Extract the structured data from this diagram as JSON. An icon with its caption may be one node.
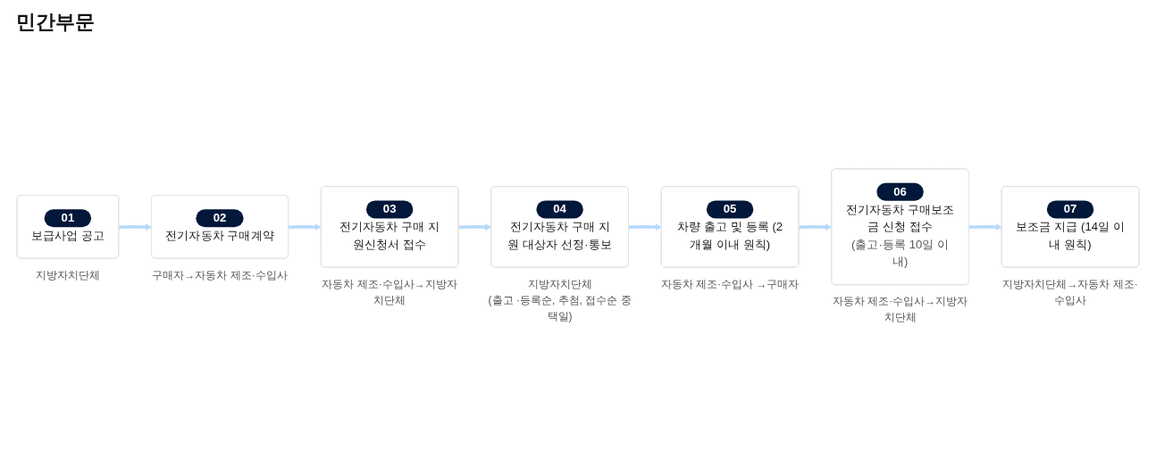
{
  "diagram": {
    "title": "민간부문",
    "nodes": [
      {
        "text": [
          "01",
          "보급사업 공고"
        ],
        "beside": [
          "지방자치단체"
        ]
      },
      {
        "text": [
          "02",
          "전기자동차 구매계약"
        ],
        "beside": [
          "구매자→자동차 제조·수입사"
        ]
      },
      {
        "text": [
          "03",
          "전기자동차 구매 지원신청서 접수"
        ],
        "beside": [
          "자동차 제조·수입사→지방자치단체"
        ]
      },
      {
        "text": [
          "04",
          "전기자동차 구매 지원 대상자 선정·통보"
        ],
        "beside": [
          "지방자치단체",
          "(출고 ·등록순, 추첨, 접수순 중 택일)"
        ]
      },
      {
        "text": [
          "05",
          "차량 출고 및 등록 (2개월 이내 원칙)"
        ],
        "beside": [
          "자동차 제조·수입사 →구매자"
        ]
      },
      {
        "text": [
          "06",
          "전기자동차 구매보조금 신청 접수",
          "(출고·등록 10일 이내)"
        ],
        "beside": [
          "자동차 제조·수입사→지방자치단체"
        ]
      },
      {
        "text": [
          "07",
          "보조금 지급 (14일 이내 원칙)"
        ],
        "beside": [
          "지방자치단체→자동차 제조·수입사"
        ]
      }
    ],
    "edges": [
      {
        "from": 0,
        "to": 1,
        "arrow": "to"
      },
      {
        "from": 1,
        "to": 2,
        "arrow": "to"
      },
      {
        "from": 2,
        "to": 3,
        "arrow": "to"
      },
      {
        "from": 3,
        "to": 4,
        "arrow": "to"
      },
      {
        "from": 4,
        "to": 5,
        "arrow": "to"
      },
      {
        "from": 5,
        "to": 6,
        "arrow": "to"
      }
    ]
  }
}
